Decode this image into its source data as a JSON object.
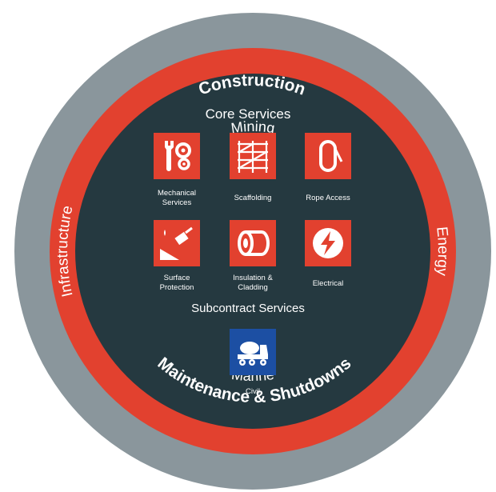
{
  "outer_ring": {
    "top": "Construction",
    "bottom": "Maintenance & Shutdowns",
    "color": "#8a969c"
  },
  "middle_ring": {
    "top": "Mining",
    "left": "Infrastructure",
    "right": "Energy",
    "bottom": "Marine",
    "color": "#e2412f"
  },
  "core": {
    "title": "Core Services",
    "color": "#253940",
    "services": [
      {
        "label_line1": "Mechanical",
        "label_line2": "Services",
        "icon": "wrench-gears-icon"
      },
      {
        "label_line1": "Scaffolding",
        "label_line2": "",
        "icon": "scaffolding-icon"
      },
      {
        "label_line1": "Rope Access",
        "label_line2": "",
        "icon": "carabiner-icon"
      },
      {
        "label_line1": "Surface",
        "label_line2": "Protection",
        "icon": "paint-brush-icon"
      },
      {
        "label_line1": "Insulation &",
        "label_line2": "Cladding",
        "icon": "pipe-insulation-icon"
      },
      {
        "label_line1": "Electrical",
        "label_line2": "",
        "icon": "lightning-icon"
      }
    ]
  },
  "subcontract": {
    "title": "Subcontract Services",
    "services": [
      {
        "label_line1": "Civil",
        "label_line2": "",
        "icon": "concrete-mixer-truck-icon"
      }
    ]
  },
  "colors": {
    "tile_red": "#e2412f",
    "tile_blue": "#1c4fa3"
  }
}
